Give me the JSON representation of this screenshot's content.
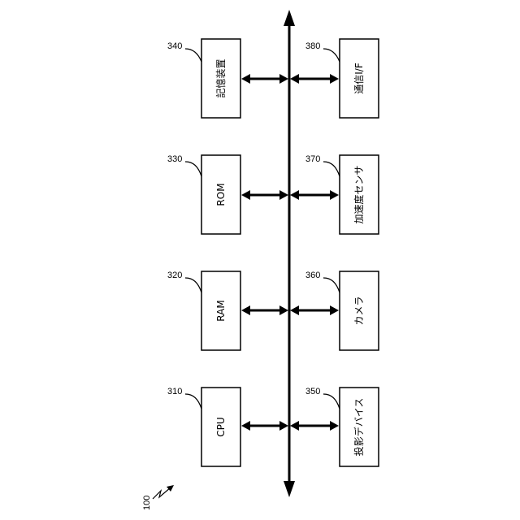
{
  "figure_label": "100",
  "blocks": {
    "storage": {
      "label": "記憶装置",
      "ref": "340"
    },
    "rom": {
      "label": "ROM",
      "ref": "330"
    },
    "ram": {
      "label": "RAM",
      "ref": "320"
    },
    "cpu": {
      "label": "CPU",
      "ref": "310"
    },
    "comm": {
      "label": "通信I/F",
      "ref": "380"
    },
    "accel": {
      "label": "加速度センサ",
      "ref": "370"
    },
    "camera": {
      "label": "カメラ",
      "ref": "360"
    },
    "projector": {
      "label": "投影デバイス",
      "ref": "350"
    }
  }
}
